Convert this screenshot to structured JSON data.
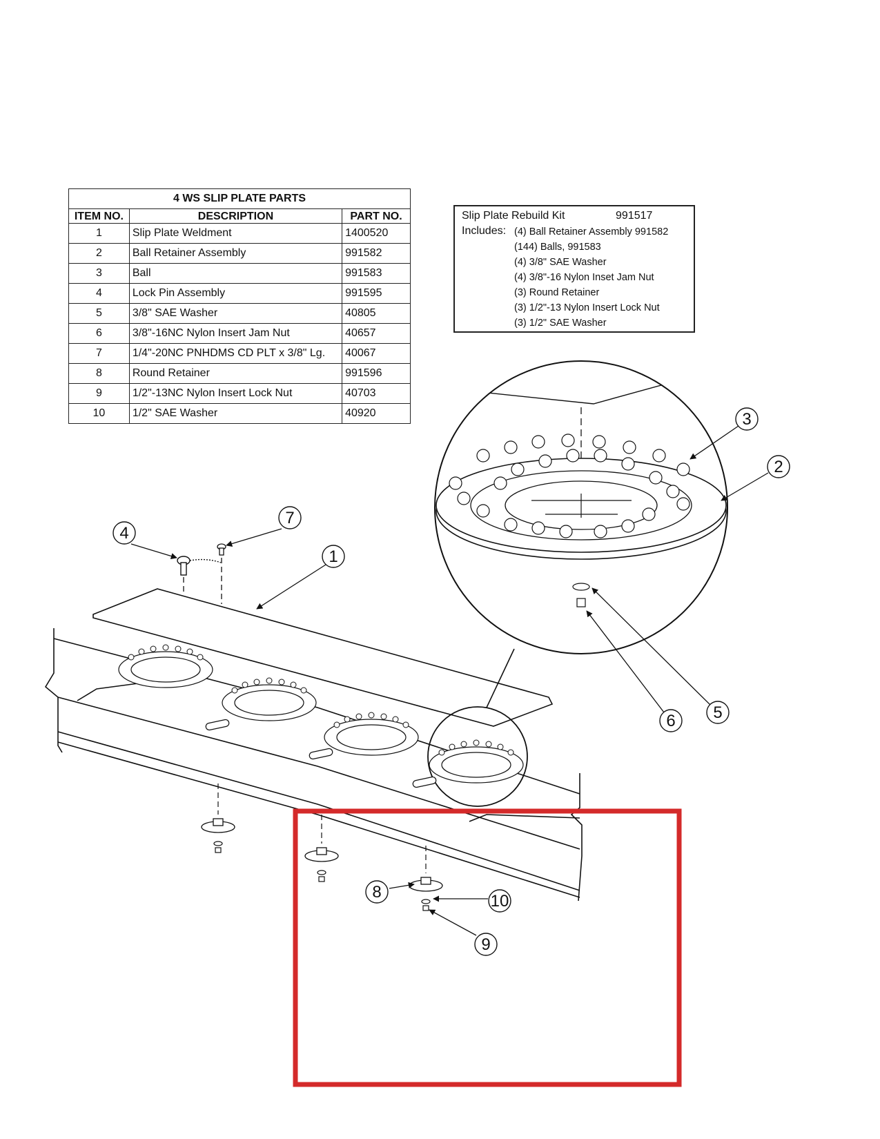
{
  "parts_table": {
    "title": "4 WS SLIP PLATE PARTS",
    "headers": [
      "ITEM NO.",
      "DESCRIPTION",
      "PART NO."
    ],
    "rows": [
      {
        "item": "1",
        "description": "Slip Plate Weldment",
        "part": "1400520"
      },
      {
        "item": "2",
        "description": "Ball Retainer Assembly",
        "part": "991582"
      },
      {
        "item": "3",
        "description": "Ball",
        "part": "991583"
      },
      {
        "item": "4",
        "description": "Lock Pin Assembly",
        "part": "991595"
      },
      {
        "item": "5",
        "description": "3/8\" SAE Washer",
        "part": "40805"
      },
      {
        "item": "6",
        "description": "3/8\"-16NC Nylon Insert Jam Nut",
        "part": "40657"
      },
      {
        "item": "7",
        "description": "1/4\"-20NC PNHDMS CD PLT x 3/8\" Lg.",
        "part": "40067"
      },
      {
        "item": "8",
        "description": "Round Retainer",
        "part": "991596"
      },
      {
        "item": "9",
        "description": "1/2\"-13NC Nylon Insert Lock Nut",
        "part": "40703"
      },
      {
        "item": "10",
        "description": "1/2\" SAE Washer",
        "part": "40920"
      }
    ]
  },
  "rebuild_kit": {
    "title": "Slip Plate Rebuild Kit",
    "number": "991517",
    "includes_label": "Includes:",
    "items": [
      "(4) Ball Retainer Assembly 991582",
      "(144) Balls, 991583",
      "(4) 3/8\" SAE Washer",
      "(4) 3/8\"-16 Nylon Inset Jam Nut",
      "(3) Round Retainer",
      "(3) 1/2\"-13 Nylon Insert Lock Nut",
      "(3) 1/2\" SAE Washer"
    ]
  },
  "callouts": [
    "1",
    "2",
    "3",
    "4",
    "5",
    "6",
    "7",
    "8",
    "9",
    "10"
  ],
  "highlight_color": "#d42a2a"
}
